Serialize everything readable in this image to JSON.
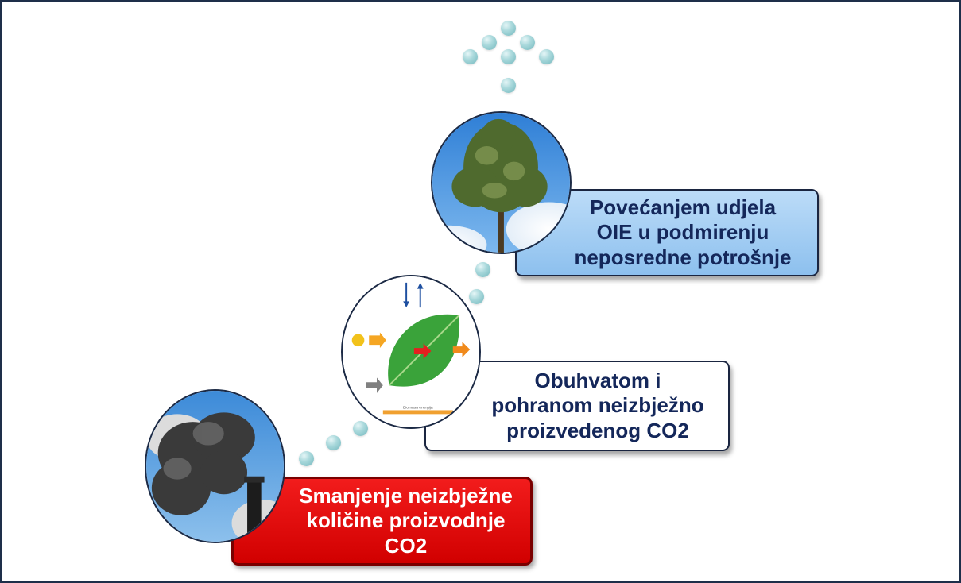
{
  "steps": {
    "reduce": {
      "text": "Smanjenje neizbježne\nkoličine proizvodnje\nCO2",
      "color": "#e01010"
    },
    "capture": {
      "text": "Obuhvatom i\npohranom neizbježno\nproizvedenog CO2"
    },
    "renewables": {
      "text": "Povećanjem  udjela\nOIE u podmirenju\nneposredne potrošnje",
      "color": "#a8d0f5"
    }
  },
  "leaf_diagram": {
    "bottom_label": "Biomasa energija"
  },
  "images": {
    "smoke": "factory-smoke-photo",
    "leaf": "photosynthesis-leaf-diagram",
    "tree": "tree-sky-photo"
  }
}
